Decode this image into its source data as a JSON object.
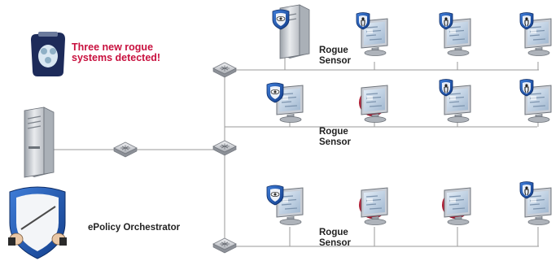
{
  "alert": {
    "line1": "Three new rogue",
    "line2": "systems detected!"
  },
  "epo_label": "ePolicy Orchestrator",
  "sensor_labels": [
    {
      "line1": "Rogue",
      "line2": "Sensor"
    },
    {
      "line1": "Rogue",
      "line2": "Sensor"
    },
    {
      "line1": "Rogue",
      "line2": "Sensor"
    }
  ],
  "colors": {
    "alert_text": "#c8103e",
    "rogue_disc": "#b0132f",
    "shield": "#1c4fa8",
    "line": "#9a9a9a"
  },
  "icons": [
    "pager-icon",
    "server-icon",
    "switch-icon",
    "sensor-server-icon",
    "managed-workstation-icon",
    "rogue-workstation-icon",
    "epo-shield-icon"
  ]
}
